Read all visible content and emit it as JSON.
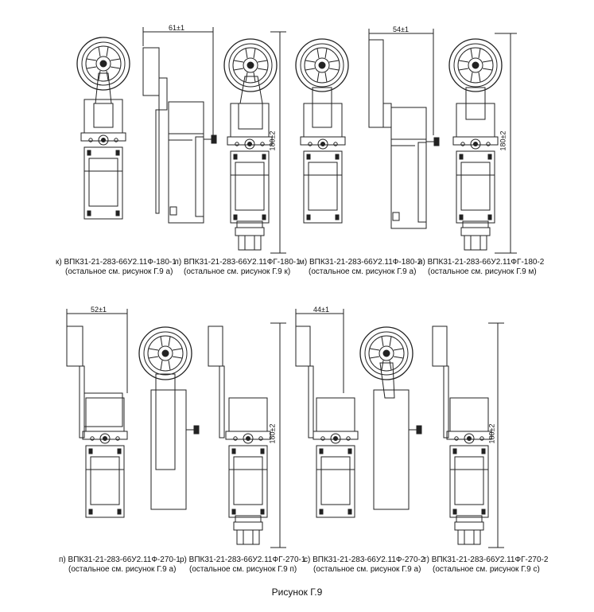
{
  "figure_title": "Рисунок Г.9",
  "dimensions": {
    "top_left_width": "61±1",
    "top_right_width": "54±1",
    "top_left_height": "180±2",
    "top_right_height": "180±2",
    "bottom_left_width": "52±1",
    "bottom_right_width": "44±1",
    "bottom_left_height": "180±2",
    "bottom_right_height": "180±2"
  },
  "captions": [
    {
      "line1": "к) ВПК31-21-283-66У2.11Ф-180-1",
      "line2": "(остальное см. рисунок Г.9 а)"
    },
    {
      "line1": "л) ВПК31-21-283-66У2.11ФГ-180-1",
      "line2": "(остальное см. рисунок Г.9 к)"
    },
    {
      "line1": "м) ВПК31-21-283-66У2.11Ф-180-2",
      "line2": "(остальное см. рисунок Г.9 а)"
    },
    {
      "line1": "н) ВПК31-21-283-66У2.11ФГ-180-2",
      "line2": "(остальное см. рисунок Г.9 м)"
    },
    {
      "line1": "п) ВПК31-21-283-66У2.11Ф-270-1",
      "line2": "(остальное см. рисунок Г.9 а)"
    },
    {
      "line1": "р) ВПК31-21-283-66У2.11ФГ-270-1",
      "line2": "(остальное см. рисунок Г.9 п)"
    },
    {
      "line1": "с) ВПК31-21-283-66У2.11Ф-270-2",
      "line2": "(остальное см. рисунок Г.9 а)"
    },
    {
      "line1": "т) ВПК31-21-283-66У2.11ФГ-270-2",
      "line2": "(остальное см. рисунок Г.9 с)"
    }
  ]
}
